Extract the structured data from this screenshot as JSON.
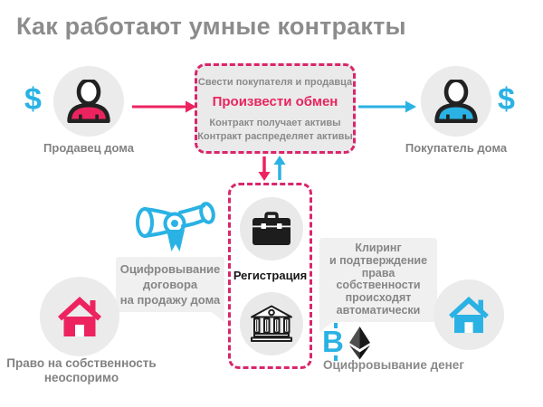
{
  "title": "Как работают умные контракты",
  "colors": {
    "pink": "#ED2360",
    "cyan": "#2AB2E4",
    "dashed_border": "#D8266B",
    "gray_text": "#8A8A8A",
    "box_fill": "#EAEAEA",
    "callout_fill": "#F0F0F0",
    "circle_fill": "#EBEBEB",
    "dark": "#1D1D1D"
  },
  "top_flow": {
    "seller": {
      "label": "Продавец дома",
      "dollar": "$"
    },
    "buyer": {
      "label": "Покупатель дома",
      "dollar": "$"
    },
    "contract_box": {
      "line1": "Свести покупателя и продавца",
      "highlight": "Произвести обмен",
      "line3": "Контракт получает активы",
      "line4": "Контракт распределяет активы"
    }
  },
  "middle": {
    "contract_callout": {
      "lines": [
        "Оцифровывание",
        "договора",
        "на продажу дома"
      ]
    },
    "registration": {
      "label": "Регистрация"
    },
    "clearing_callout": {
      "lines": [
        "Клиринг",
        "и подтверждение",
        "права собственности",
        "происходят",
        "автоматически"
      ]
    }
  },
  "bottom": {
    "property_label": {
      "lines": [
        "Право на собственность",
        "неоспоримо"
      ]
    },
    "money_label": "Оцифровывание денег",
    "bitcoin_symbol": "B"
  }
}
